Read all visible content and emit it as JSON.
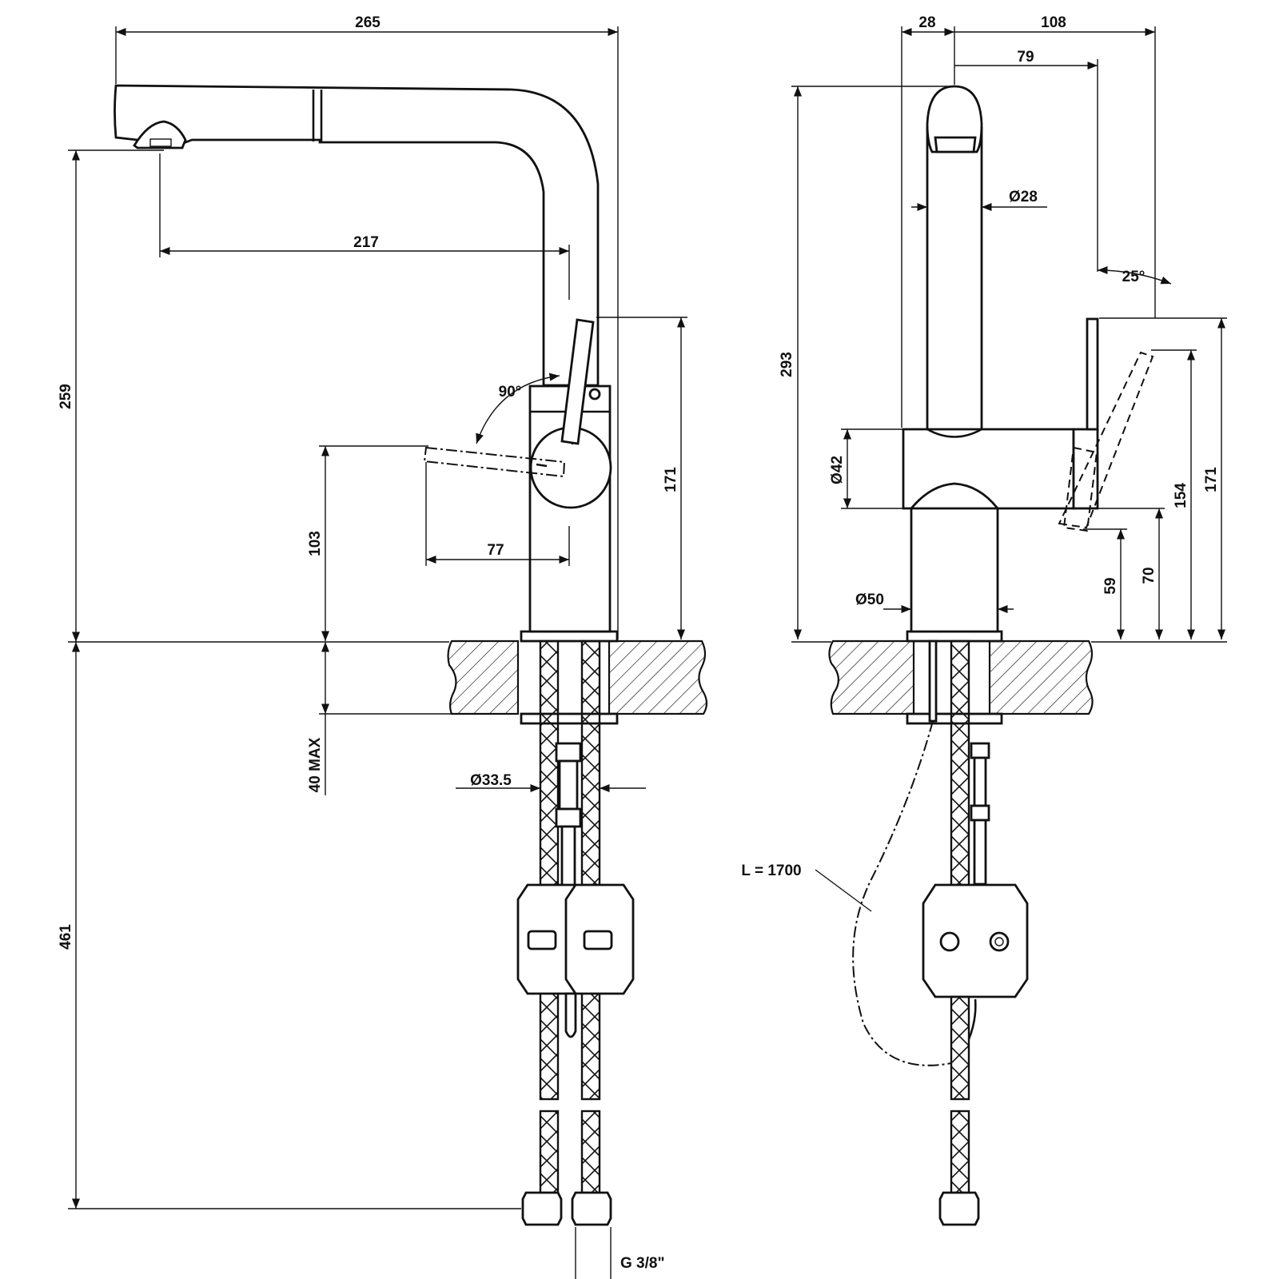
{
  "side_view": {
    "dim_total_length": "265",
    "dim_spout_reach": "217",
    "dim_height_outlet": "259",
    "dim_lever_height": "171",
    "dim_lever_pivot": "103",
    "dim_lever_swing": "77",
    "dim_lever_angle": "90°",
    "dim_deck_thickness": "40 MAX",
    "dim_hose_length": "461",
    "dim_shank_diameter": "Ø33.5",
    "dim_thread": "G 3/8\""
  },
  "front_view": {
    "dim_spout_width": "28",
    "dim_total_width": "108",
    "dim_lever_offset": "79",
    "dim_spout_diameter": "Ø28",
    "dim_lever_angle": "25°",
    "dim_total_height": "293",
    "dim_body_diameter": "Ø42",
    "dim_lever_top_tilt": "154",
    "dim_lever_top": "171",
    "dim_body_low": "59",
    "dim_body_top": "70",
    "dim_base_diameter": "Ø50",
    "dim_pullout_hose": "L = 1700"
  },
  "colors": {
    "line": "#111111",
    "background": "#ffffff"
  }
}
